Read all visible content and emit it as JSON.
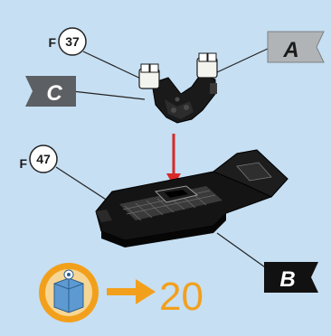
{
  "callouts": {
    "part_f37": {
      "prefix": "F",
      "number": "37"
    },
    "part_f47": {
      "prefix": "F",
      "number": "47"
    }
  },
  "flags": {
    "a": {
      "letter": "A",
      "fill": "#b0b4b7",
      "text_color": "#1b1b1b"
    },
    "b": {
      "letter": "B",
      "fill": "#111111",
      "text_color": "#ffffff"
    },
    "c": {
      "letter": "C",
      "fill": "#5c5f63",
      "text_color": "#ffffff"
    }
  },
  "footer": {
    "book_icon": "book-icon",
    "arrow_icon": "arrow-right-icon",
    "page_number": "20",
    "accent": "#f2a01c"
  },
  "colors": {
    "background": "#c6dff3",
    "assembly_arrow": "#d82a28",
    "part_black": "#141414"
  }
}
